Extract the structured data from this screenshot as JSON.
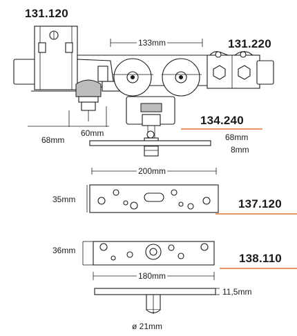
{
  "colors": {
    "line": "#1a1a1a",
    "accent": "#e4733a"
  },
  "part_numbers": {
    "rail_clamp_top": "131.120",
    "rail_clamp_right": "131.220",
    "trolley": "134.240",
    "plate_large": "137.120",
    "plate_small": "138.110"
  },
  "dimensions": {
    "trolley_width": "133mm",
    "depth_left": "68mm",
    "offset_left": "60mm",
    "trolley_height": "68mm",
    "trolley_small": "8mm",
    "plate_large_length": "200mm",
    "plate_large_height": "35mm",
    "plate_small_height": "36mm",
    "plate_small_length": "180mm",
    "plate_thickness": "11,5mm",
    "pin_diameter": "ø 21mm"
  }
}
